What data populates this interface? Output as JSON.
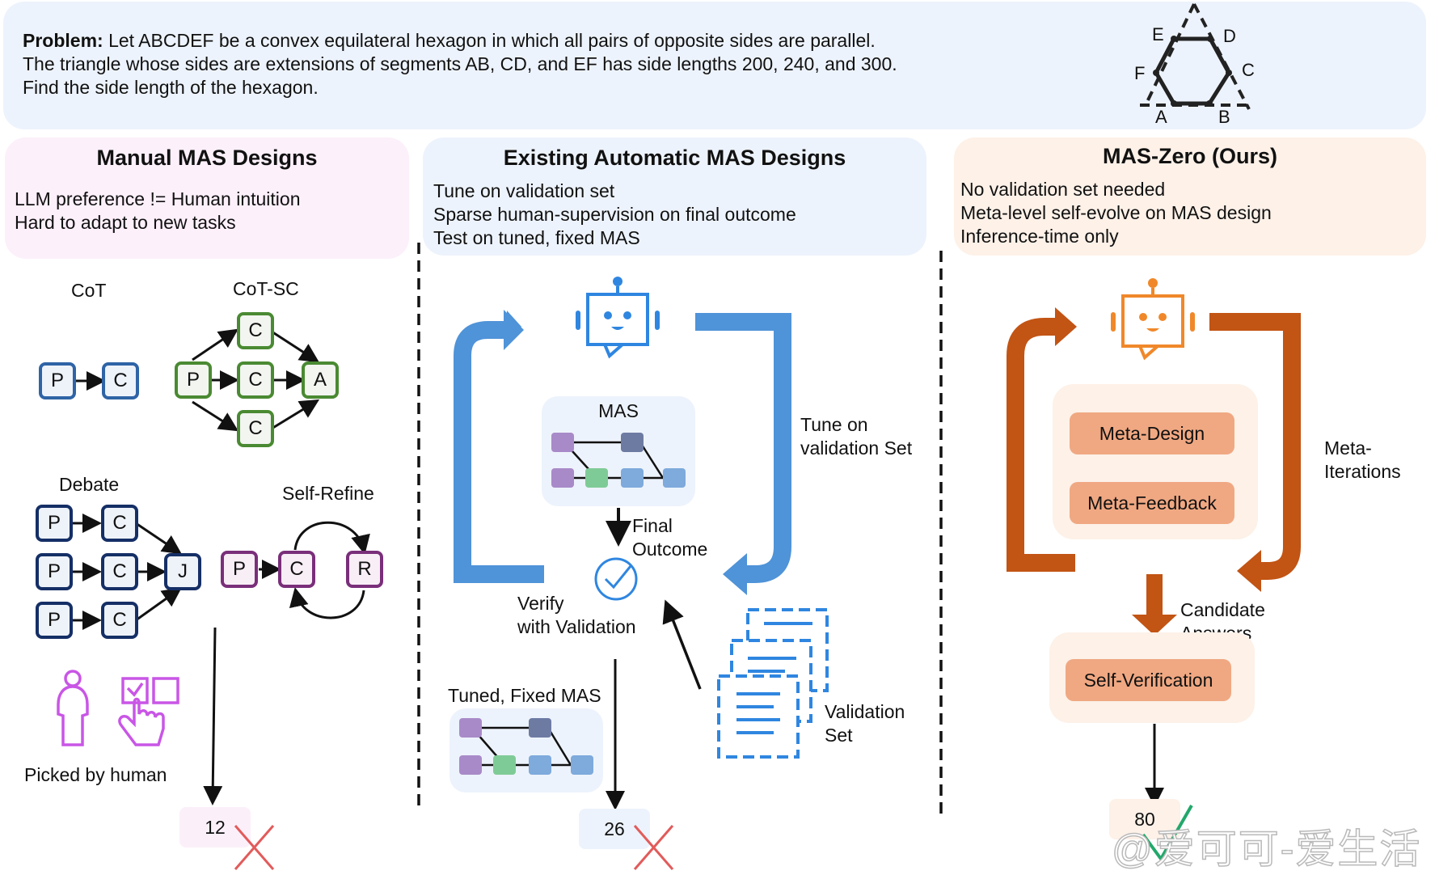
{
  "problem": {
    "label": "Problem:",
    "lines": [
      "Let ABCDEF be a convex equilateral hexagon in which all pairs of opposite sides are parallel.",
      "The triangle whose sides are extensions of segments AB, CD, and EF has side lengths 200, 240, and 300.",
      "Find the side length of the hexagon."
    ],
    "hexagon_labels": {
      "A": "A",
      "B": "B",
      "C": "C",
      "D": "D",
      "E": "E",
      "F": "F"
    }
  },
  "manual": {
    "title": "Manual MAS Designs",
    "points": [
      "LLM preference != Human intuition",
      "Hard to adapt to new tasks"
    ],
    "designs": {
      "cot": {
        "label": "CoT",
        "nodes": [
          "P",
          "C"
        ]
      },
      "cot_sc": {
        "label": "CoT-SC",
        "nodes": [
          "P",
          "C",
          "C",
          "C",
          "A"
        ]
      },
      "debate": {
        "label": "Debate",
        "nodes": [
          "P",
          "C",
          "P",
          "C",
          "P",
          "C",
          "J"
        ]
      },
      "self_refine": {
        "label": "Self-Refine",
        "nodes": [
          "P",
          "C",
          "R"
        ]
      }
    },
    "picked_label": "Picked by human",
    "result": "12",
    "result_status": "wrong"
  },
  "automatic": {
    "title": "Existing Automatic MAS Designs",
    "points": [
      "Tune on validation set",
      "Sparse human-supervision on final outcome",
      "Test on tuned, fixed MAS"
    ],
    "mas_label": "MAS",
    "final_outcome": [
      "Final",
      "Outcome"
    ],
    "tune_label": [
      "Tune on",
      "validation Set"
    ],
    "verify_label": [
      "Verify",
      "with Validation"
    ],
    "validation_set_label": [
      "Validation",
      "Set"
    ],
    "tuned_label": "Tuned, Fixed MAS",
    "result": "26",
    "result_status": "wrong"
  },
  "ours": {
    "title": "MAS-Zero (Ours)",
    "points": [
      "No validation set needed",
      "Meta-level self-evolve on MAS design",
      "Inference-time only"
    ],
    "meta_design": "Meta-Design",
    "meta_feedback": "Meta-Feedback",
    "meta_iterations": [
      "Meta-",
      "Iterations"
    ],
    "candidate_answers": [
      "Candidate",
      "Answers"
    ],
    "self_verification": "Self-Verification",
    "result": "80",
    "result_status": "correct"
  },
  "colors": {
    "blue_accent": "#4f93d8",
    "orange_accent": "#c25414",
    "robot_orange": "#f0882a",
    "wrong_mark": "#e25b5b",
    "correct_mark": "#22a86b",
    "human_pick": "#c956e6"
  },
  "watermark": "@爱可可-爱生活"
}
